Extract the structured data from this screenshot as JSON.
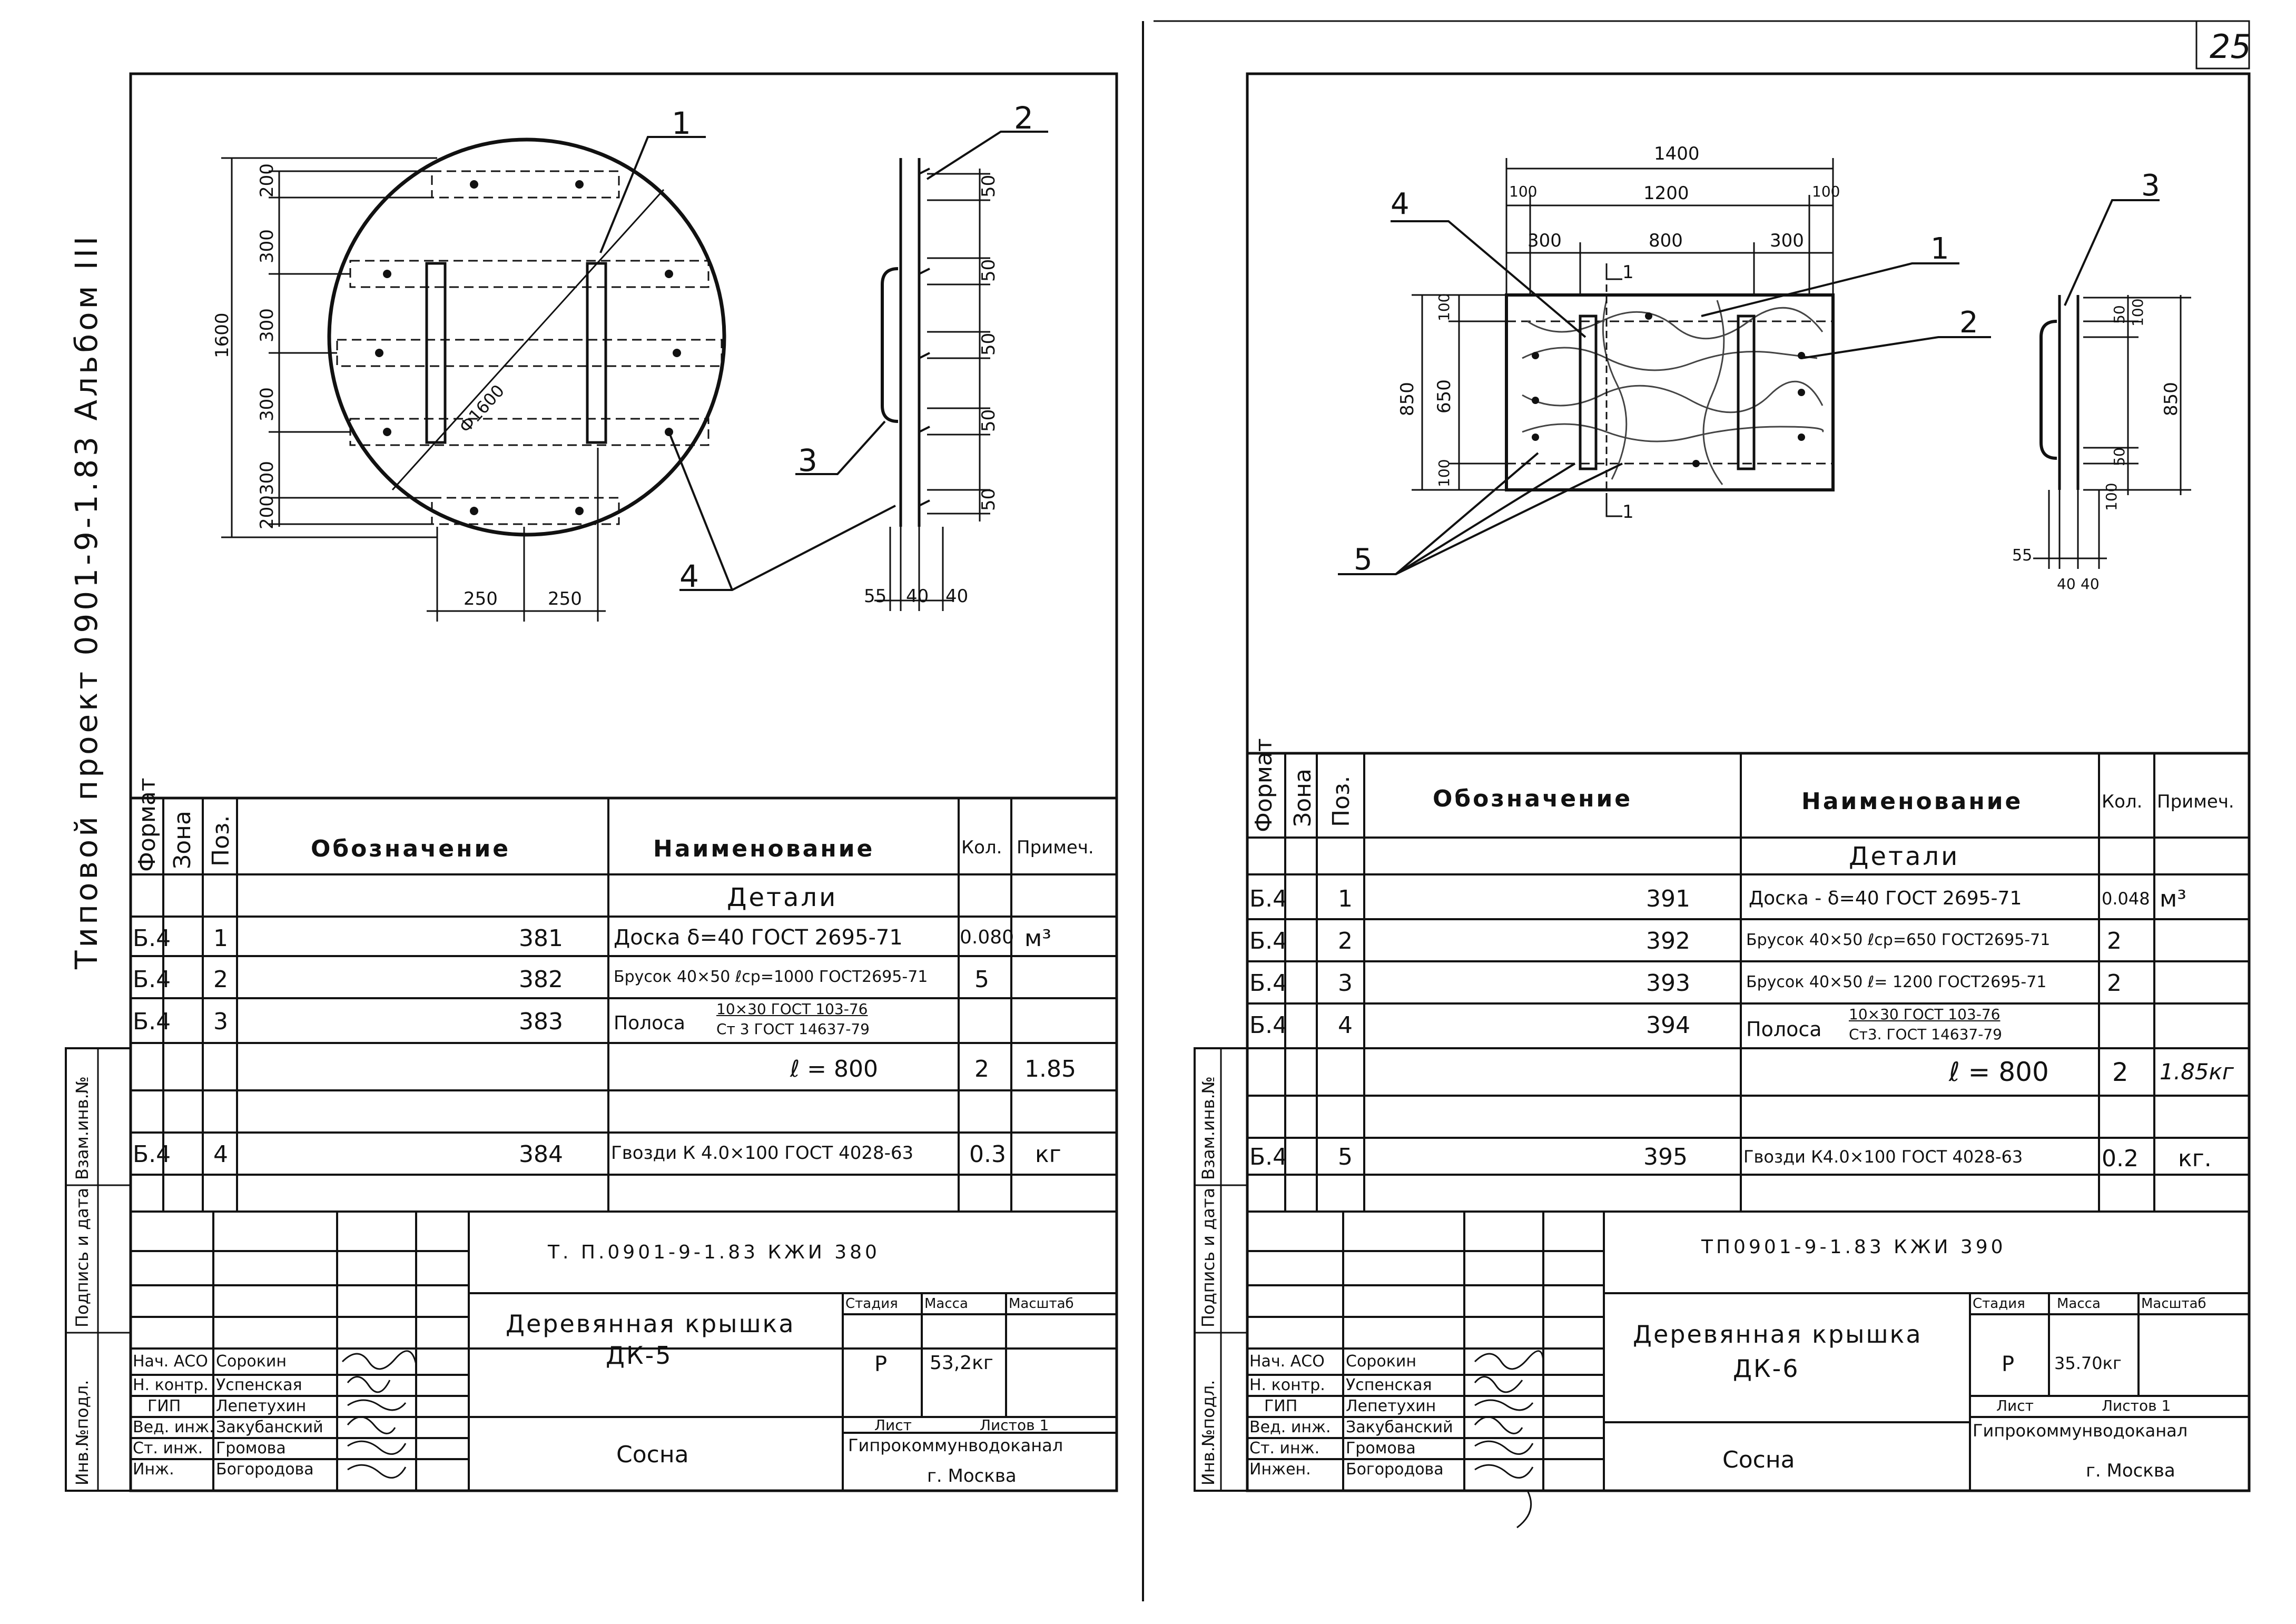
{
  "page_number": "25",
  "side_title": "Типовой проект 0901-9-1.83   Альбом III",
  "side_labels": [
    "Инв.№подл.",
    "Подпись и дата",
    "Взам.инв.№"
  ],
  "left": {
    "dims": {
      "d1600": "1600",
      "d200a": "200",
      "d300a": "300",
      "d300b": "300",
      "d300c": "300",
      "d300d": "300",
      "d200b": "200",
      "diam": "Ф1600",
      "d250a": "250",
      "d250b": "250",
      "d55": "55",
      "d40a": "40",
      "d40b": "40",
      "d50": "50"
    },
    "callouts": [
      "1",
      "2",
      "3",
      "4"
    ],
    "spec": {
      "headers": {
        "format": "Формат",
        "zone": "Зона",
        "pos": "Поз.",
        "designation": "Обозначение",
        "name": "Наименование",
        "qty": "Кол.",
        "note": "Примеч."
      },
      "section": "Детали",
      "rows": [
        {
          "format": "Б.4",
          "pos": "1",
          "designation": "381",
          "name": "Доска δ=40 ГОСТ 2695-71",
          "qty": "0.080",
          "note": "м³"
        },
        {
          "format": "Б.4",
          "pos": "2",
          "designation": "382",
          "name": "Брусок 40×50 ℓср=1000 ГОСТ2695-71",
          "qty": "5",
          "note": ""
        },
        {
          "format": "Б.4",
          "pos": "3",
          "designation": "383",
          "name": "Полоса",
          "name_frac_top": "10×30 ГОСТ 103-76",
          "name_frac_bot": "Ст 3 ГОСТ 14637-79",
          "qty": "",
          "note": ""
        },
        {
          "format": "",
          "pos": "",
          "designation": "",
          "name": "ℓ = 800",
          "qty": "2",
          "note": "1.85"
        },
        {
          "format": "Б.4",
          "pos": "4",
          "designation": "384",
          "name": "Гвозди К 4.0×100 ГОСТ 4028-63",
          "qty": "0.3",
          "note": "кг"
        }
      ]
    },
    "stamp": {
      "code": "Т. П.0901-9-1.83     КЖИ  380",
      "title_line1": "Деревянная крышка",
      "title_line2": "ДК-5",
      "stage_label": "Стадия",
      "mass_label": "Масса",
      "scale_label": "Масштаб",
      "stage": "Р",
      "mass": "53,2кг",
      "scale": "",
      "sheet_label": "Лист",
      "sheets_label": "Листов 1",
      "material": "Сосна",
      "org": "Гипрокоммунводоканал",
      "city": "г. Москва",
      "roles": [
        "Нач. АСО",
        "Н. контр.",
        "ГИП",
        "Вед. инж.",
        "Ст. инж.",
        "Инж."
      ],
      "names": [
        "Сорокин",
        "Успенская",
        "Лепетухин",
        "Закубанский",
        "Громова",
        "Богородова"
      ]
    }
  },
  "right": {
    "dims": {
      "d1400": "1400",
      "d100a": "100",
      "d1200": "1200",
      "d100b": "100",
      "d300a": "300",
      "d800": "800",
      "d300b": "300",
      "d850": "850",
      "d650": "650",
      "d100c": "100",
      "d100d": "100",
      "d50a": "50",
      "d100e": "100",
      "d850b": "850",
      "d50b": "50",
      "d100f": "100",
      "d55": "55",
      "d40a": "40",
      "d40b": "40",
      "section": "1"
    },
    "callouts": [
      "1",
      "2",
      "3",
      "4",
      "5"
    ],
    "spec": {
      "headers": {
        "format": "Формат",
        "zone": "Зона",
        "pos": "Поз.",
        "designation": "Обозначение",
        "name": "Наименование",
        "qty": "Кол.",
        "note": "Примеч."
      },
      "section": "Детали",
      "rows": [
        {
          "format": "Б.4",
          "pos": "1",
          "designation": "391",
          "name": "Доска - δ=40 ГОСТ 2695-71",
          "qty": "0.048",
          "note": "м³"
        },
        {
          "format": "Б.4",
          "pos": "2",
          "designation": "392",
          "name": "Брусок 40×50 ℓср=650 ГОСТ2695-71",
          "qty": "2",
          "note": ""
        },
        {
          "format": "Б.4",
          "pos": "3",
          "designation": "393",
          "name": "Брусок 40×50 ℓ= 1200 ГОСТ2695-71",
          "qty": "2",
          "note": ""
        },
        {
          "format": "Б.4",
          "pos": "4",
          "designation": "394",
          "name": "Полоса",
          "name_frac_top": "10×30 ГОСТ 103-76",
          "name_frac_bot": "Ст3. ГОСТ 14637-79",
          "qty": "",
          "note": ""
        },
        {
          "format": "",
          "pos": "",
          "designation": "",
          "name": "ℓ = 800",
          "qty": "2",
          "note": "1.85кг"
        },
        {
          "format": "Б.4",
          "pos": "5",
          "designation": "395",
          "name": "Гвозди К4.0×100 ГОСТ 4028-63",
          "qty": "0.2",
          "note": "кг."
        }
      ]
    },
    "stamp": {
      "code": "ТП0901-9-1.83     КЖИ  390",
      "title_line1": "Деревянная крышка",
      "title_line2": "ДК-6",
      "stage_label": "Стадия",
      "mass_label": "Масса",
      "scale_label": "Масштаб",
      "stage": "Р",
      "mass": "35.70кг",
      "scale": "",
      "sheet_label": "Лист",
      "sheets_label": "Листов 1",
      "material": "Сосна",
      "org": "Гипрокоммунводоканал",
      "city": "г. Москва",
      "roles": [
        "Нач. АСО",
        "Н. контр.",
        "ГИП",
        "Вед. инж.",
        "Ст. инж.",
        "Инжен."
      ],
      "names": [
        "Сорокин",
        "Успенская",
        "Лепетухин",
        "Закубанский",
        "Громова",
        "Богородова"
      ]
    }
  }
}
